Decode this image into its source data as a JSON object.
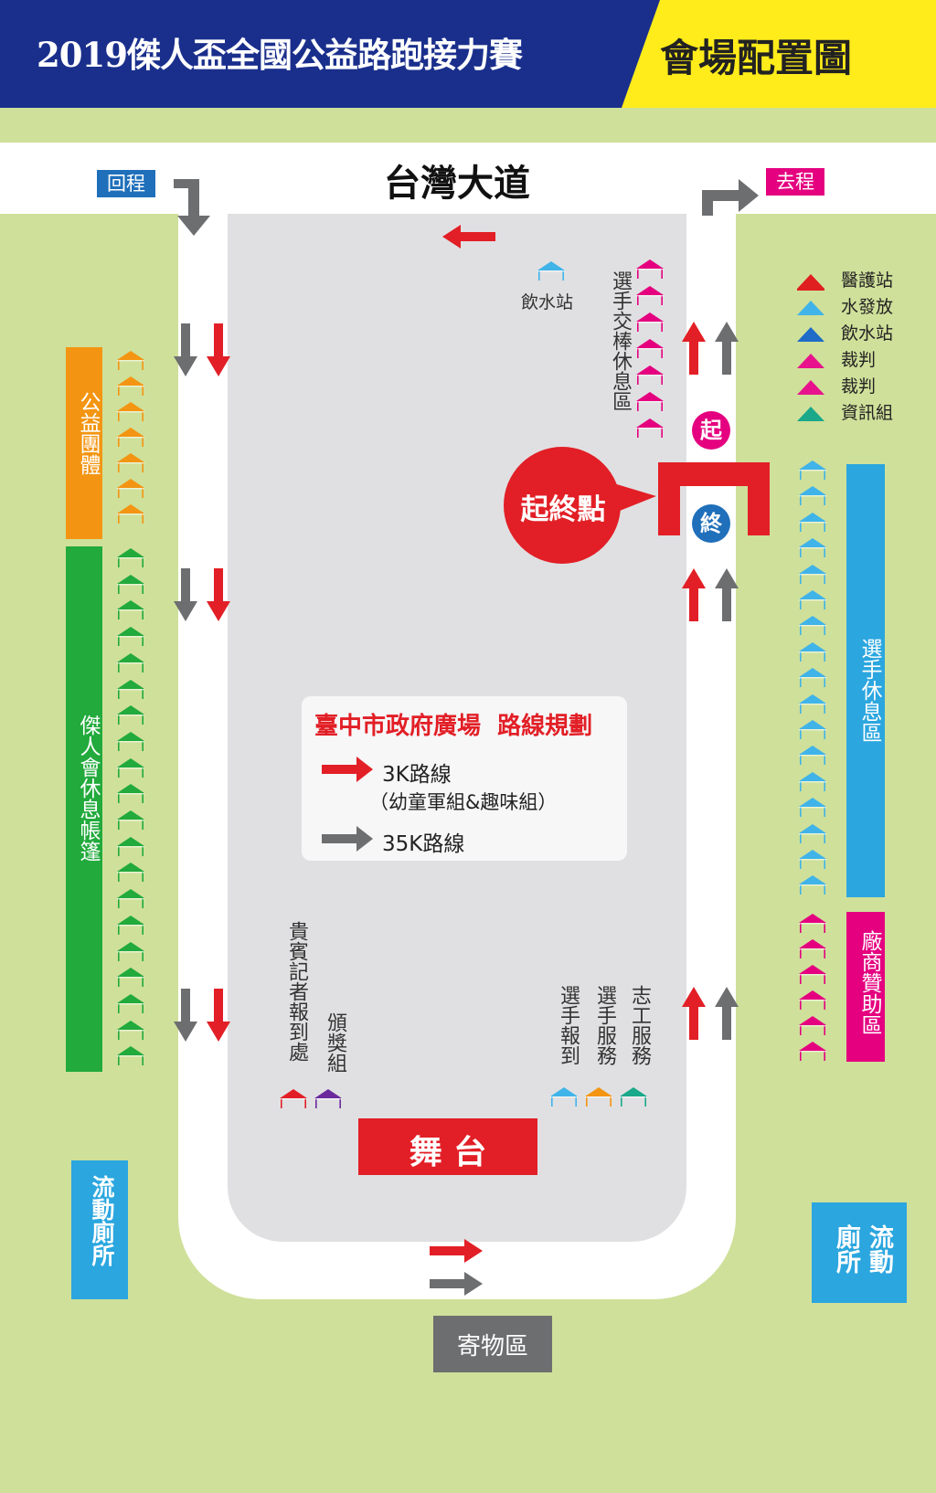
{
  "header": {
    "title": "2019傑人盃全國公益路跑接力賽",
    "subtitle": "會場配置圖"
  },
  "road": {
    "name": "台灣大道",
    "return_label": "回程",
    "outbound_label": "去程"
  },
  "areas": {
    "charity_groups": "公益團體",
    "jaycee_tents": "傑人會休息帳篷",
    "water_station": "飲水站",
    "relay_rest": "選手交棒休息區",
    "start_finish": "起終點",
    "start_mark": "起",
    "finish_mark": "終",
    "runner_rest": "選手休息區",
    "sponsor_area": "廠商贊助區",
    "vip_checkin": "貴賓記者報到處",
    "awards": "頒獎組",
    "runner_checkin": "選手報到",
    "runner_service": "選手服務",
    "volunteer_service": "志工服務",
    "stage": "舞 台",
    "toilet_left": "流動廁所",
    "toilet_right_a": "廁所",
    "toilet_right_b": "流動",
    "cloakroom": "寄物區"
  },
  "legend": {
    "items": [
      {
        "label": "醫護站",
        "color": "#e02020"
      },
      {
        "label": "水發放",
        "color": "#40b4e8"
      },
      {
        "label": "飲水站",
        "color": "#1e6bc8"
      },
      {
        "label": "裁判",
        "color": "#e8138c"
      },
      {
        "label": "裁判",
        "color": "#e8138c"
      },
      {
        "label": "資訊組",
        "color": "#1aa88a"
      }
    ]
  },
  "route_box": {
    "title": "臺中市政府廣場  路線規劃",
    "route_3k": "3K路線",
    "route_3k_note": "（幼童軍組&趣味組）",
    "route_35k": "35K路線"
  },
  "colors": {
    "navy": "#1a2f8c",
    "yellow": "#ffec1a",
    "red": "#e21f26",
    "gray": "#6d6e70",
    "green": "#22aa3c",
    "orange": "#f39512",
    "blue": "#2ba6df",
    "magenta": "#e4007f",
    "grass": "#cfe09a",
    "plaza": "#e0e0e2"
  }
}
